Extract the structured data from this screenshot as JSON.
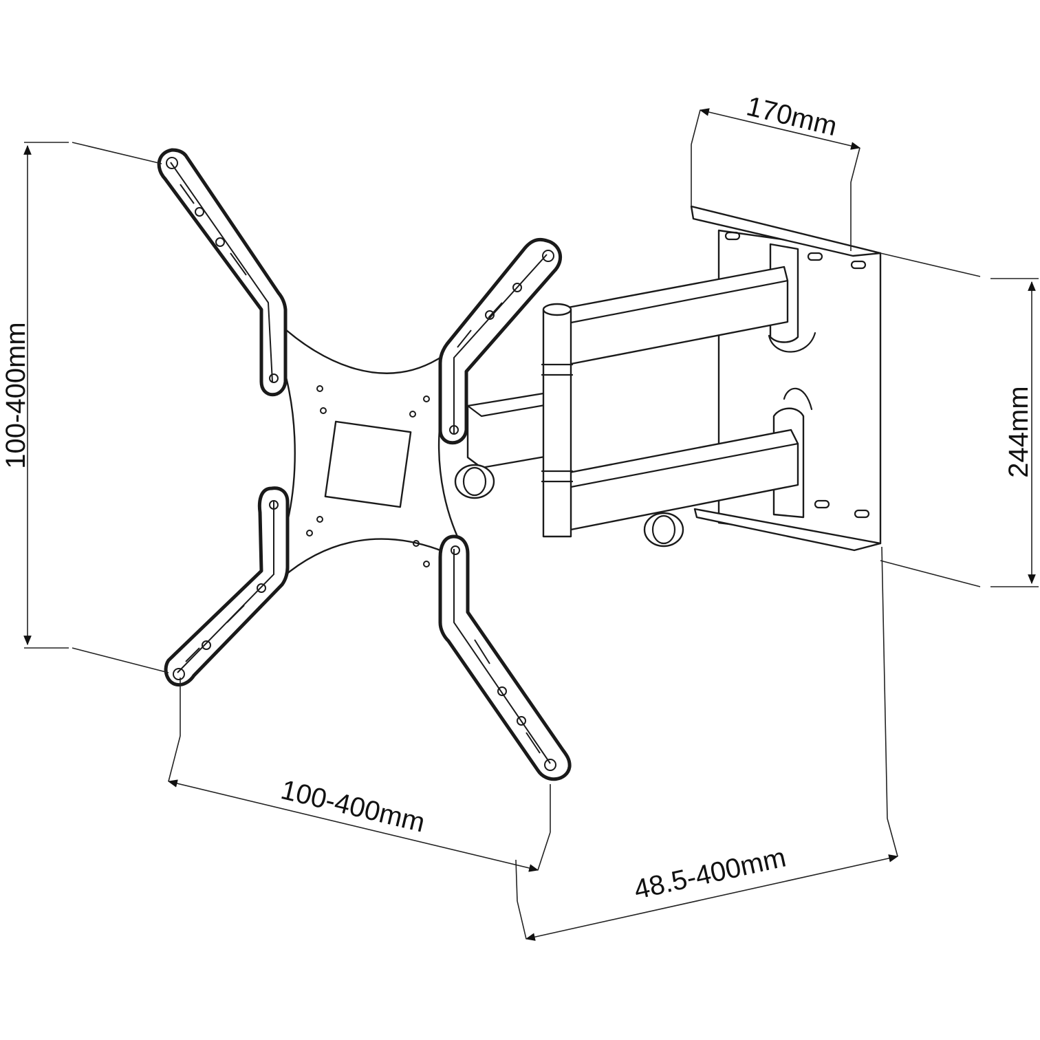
{
  "diagram": {
    "subject": "tv-wall-mount-bracket",
    "dimensions": {
      "vesa_vertical": "100-400mm",
      "vesa_horizontal": "100-400mm",
      "wall_plate_width": "170mm",
      "wall_plate_height": "244mm",
      "arm_extension": "48.5-400mm"
    }
  }
}
